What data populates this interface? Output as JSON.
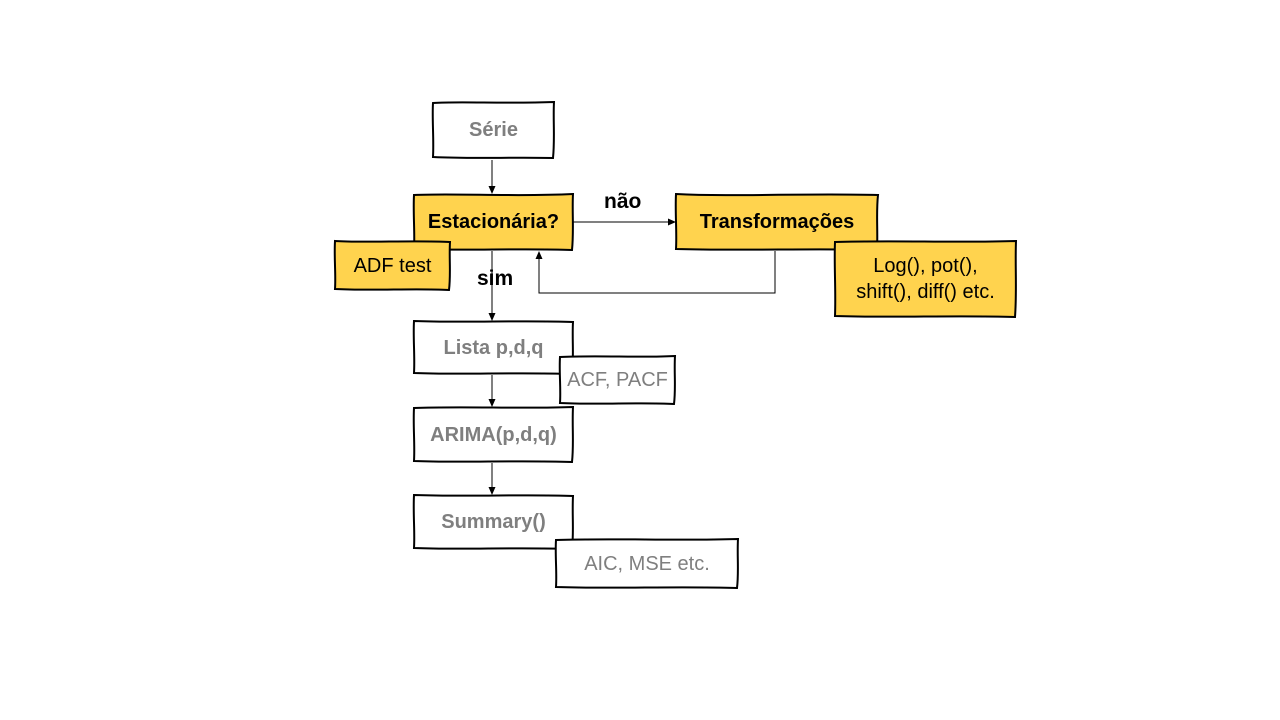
{
  "colors": {
    "yellow_fill": "#ffd34e",
    "white_fill": "#ffffff",
    "stroke": "#000000",
    "grey_text": "#7f7f7f",
    "black_text": "#000000",
    "arrow": "#000000"
  },
  "nodes": {
    "serie": "Série",
    "estacionaria": "Estacionária?",
    "transformacoes": "Transformações",
    "adf_test": "ADF test",
    "transform_examples_line1": "Log(), pot(),",
    "transform_examples_line2": "shift(), diff() etc.",
    "lista": "Lista p,d,q",
    "acf_pacf": "ACF, PACF",
    "arima": "ARIMA(p,d,q)",
    "summary": "Summary()",
    "metrics": "AIC, MSE etc."
  },
  "edge_labels": {
    "nao": "não",
    "sim": "sim"
  }
}
